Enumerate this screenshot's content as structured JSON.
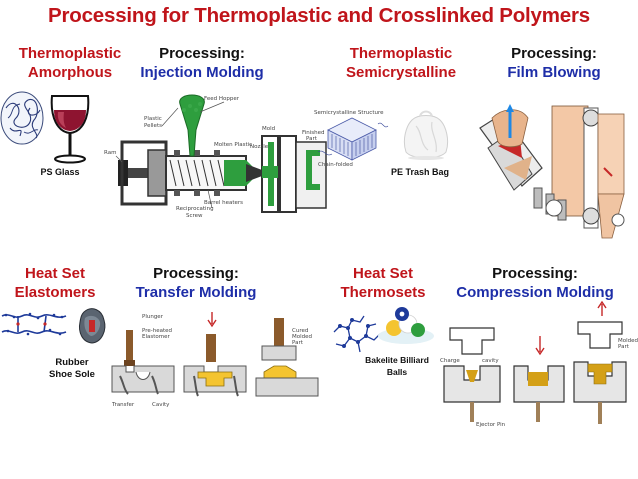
{
  "title": "Processing for Thermoplastic and Crosslinked Polymers",
  "quadrants": {
    "amorphous": {
      "material_line1": "Thermoplastic",
      "material_line2": "Amorphous",
      "processing_label": "Processing:",
      "process": "Injection Molding",
      "example": "PS Glass",
      "diagram_labels": [
        "Plastic Pellets",
        "Feed Hopper",
        "Molten Plastic",
        "Nozzle",
        "Mold",
        "Finished Part",
        "Ram",
        "Reciprocating Screw",
        "Barrel heaters"
      ]
    },
    "semicrystalline": {
      "material_line1": "Thermoplastic",
      "material_line2": "Semicrystalline",
      "processing_label": "Processing:",
      "process": "Film Blowing",
      "example": "PE Trash Bag"
    },
    "elastomers": {
      "material_line1": "Heat Set",
      "material_line2": "Elastomers",
      "processing_label": "Processing:",
      "process": "Transfer Molding",
      "example_line1": "Rubber",
      "example_line2": "Shoe Sole"
    },
    "thermosets": {
      "material_line1": "Heat Set",
      "material_line2": "Thermosets",
      "processing_label": "Processing:",
      "process": "Compression Molding",
      "example_line1": "Bakelite Billiard",
      "example_line2": "Balls"
    }
  },
  "colors": {
    "title_red": "#c0151b",
    "process_blue": "#1e2ea8",
    "mold_green": "#2e9e3e"
  }
}
